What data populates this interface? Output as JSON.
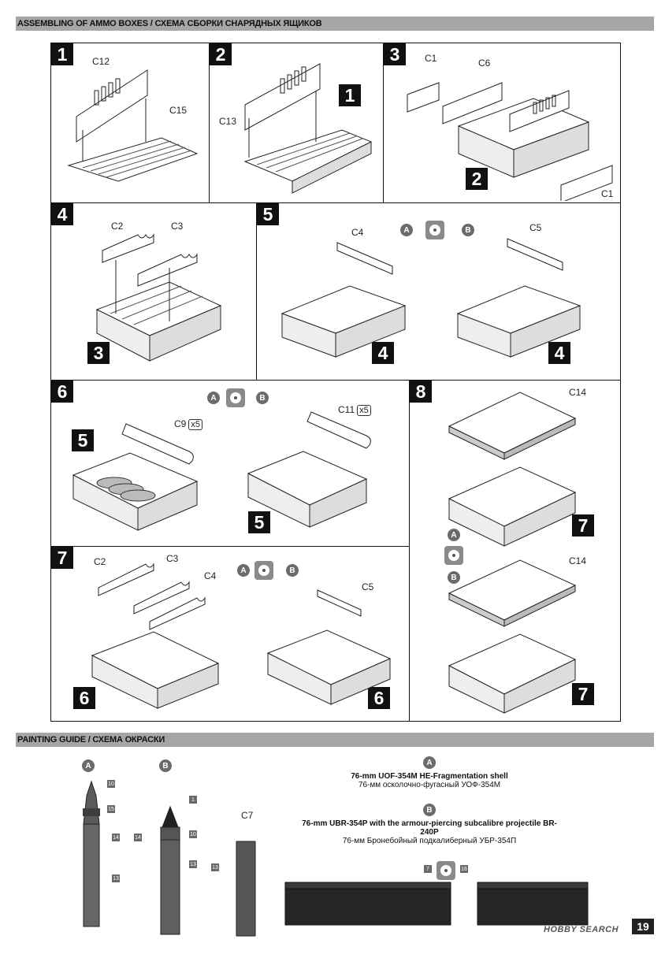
{
  "header_assembly": "ASSEMBLING OF AMMO BOXES / СХЕМА СБОРКИ СНАРЯДНЫХ ЯЩИКОВ",
  "header_painting": "PAINTING GUIDE / СХЕМА ОКРАСКИ",
  "steps": [
    {
      "num": "1",
      "labels": [
        "C12",
        "C15"
      ]
    },
    {
      "num": "2",
      "labels": [
        "C13"
      ],
      "ref": "1"
    },
    {
      "num": "3",
      "labels": [
        "C1",
        "C6",
        "C1"
      ],
      "ref": "2"
    },
    {
      "num": "4",
      "labels": [
        "C2",
        "C3"
      ],
      "ref": "3"
    },
    {
      "num": "5",
      "labels": [
        "C4",
        "C5"
      ],
      "refs": [
        "4",
        "4"
      ],
      "variants": [
        "A",
        "B"
      ]
    },
    {
      "num": "6",
      "labels": [
        "C9",
        "C11"
      ],
      "mult": [
        "x5",
        "x5"
      ],
      "refs": [
        "5",
        "5"
      ],
      "variants": [
        "A",
        "B"
      ]
    },
    {
      "num": "7",
      "labels": [
        "C2",
        "C3",
        "C4",
        "C5"
      ],
      "refs": [
        "6",
        "6"
      ],
      "variants": [
        "A",
        "B"
      ]
    },
    {
      "num": "8",
      "labels": [
        "C14",
        "C14"
      ],
      "refs": [
        "7",
        "7"
      ],
      "variants": [
        "A",
        "B"
      ]
    }
  ],
  "painting": {
    "variant_a": "A",
    "variant_b": "B",
    "shell_a_codes": [
      "10",
      "15",
      "14",
      "13"
    ],
    "shell_b_codes": [
      "1",
      "10",
      "14",
      "13"
    ],
    "casing_label": "C7",
    "casing_code": "13",
    "box_codes": [
      "7",
      "16"
    ],
    "caption_a_en": "76-mm UOF-354M  HE-Fragmentation shell",
    "caption_a_ru": "76-мм осколочно-фугасный УОФ-354М",
    "caption_b_en": "76-mm UBR-354P with the  armour-piercing subcalibre projectile BR-240P",
    "caption_b_ru": "76-мм Бронебойный  подкалиберный  УБР-354П"
  },
  "page_number": "19",
  "watermark": "HOBBY SEARCH"
}
